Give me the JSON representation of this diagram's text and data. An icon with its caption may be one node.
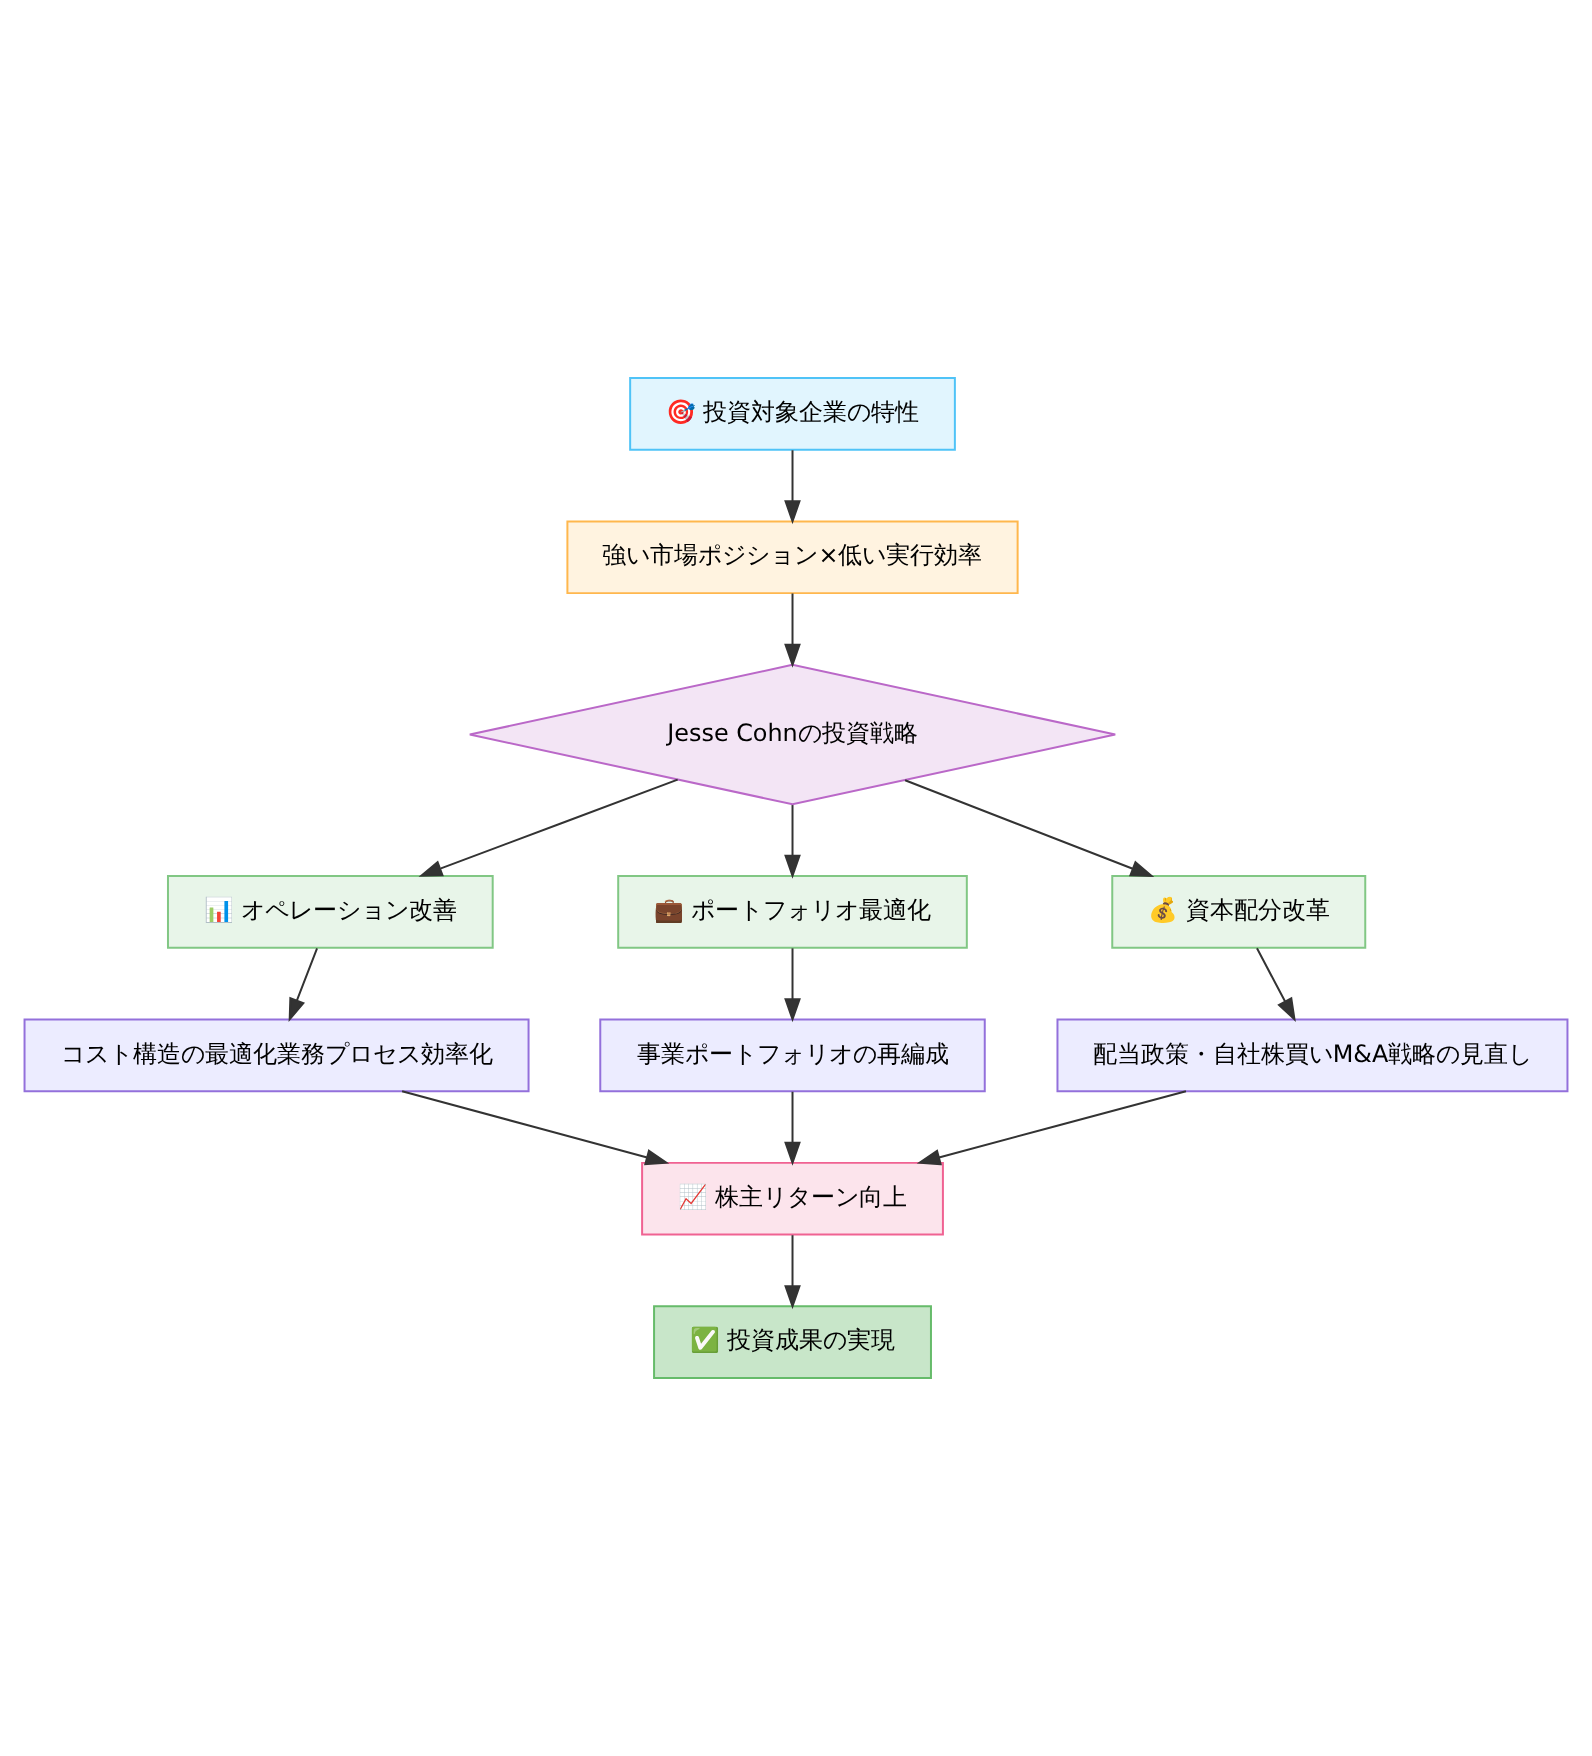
{
  "diagram": {
    "nodes": [
      {
        "text": [
          "🎯 投資対象企業の特性"
        ]
      },
      {
        "text": [
          "強い市場ポジション×低い実行効率"
        ]
      },
      {
        "text": [
          "Jesse Cohnの投資戦略"
        ]
      },
      {
        "text": [
          "📊 オペレーション改善"
        ]
      },
      {
        "text": [
          "💼 ポートフォリオ最適化"
        ]
      },
      {
        "text": [
          "💰 資本配分改革"
        ]
      },
      {
        "text": [
          "コスト構造の最適化業務プロセス効率化"
        ]
      },
      {
        "text": [
          "事業ポートフォリオの再編成"
        ]
      },
      {
        "text": [
          "配当政策・自社株買いM&A戦略の見直し"
        ]
      },
      {
        "text": [
          "📈 株主リターン向上"
        ]
      },
      {
        "text": [
          "✅ 投資成果の実現"
        ]
      }
    ],
    "edges": [
      {
        "from": 0,
        "to": 1,
        "arrow": "to"
      },
      {
        "from": 1,
        "to": 2,
        "arrow": "to"
      },
      {
        "from": 2,
        "to": 3,
        "arrow": "to"
      },
      {
        "from": 2,
        "to": 4,
        "arrow": "to"
      },
      {
        "from": 2,
        "to": 5,
        "arrow": "to"
      },
      {
        "from": 3,
        "to": 6,
        "arrow": "to"
      },
      {
        "from": 4,
        "to": 7,
        "arrow": "to"
      },
      {
        "from": 5,
        "to": 8,
        "arrow": "to"
      },
      {
        "from": 6,
        "to": 9,
        "arrow": "to"
      },
      {
        "from": 7,
        "to": 9,
        "arrow": "to"
      },
      {
        "from": 8,
        "to": 9,
        "arrow": "to"
      },
      {
        "from": 9,
        "to": 10,
        "arrow": "to"
      }
    ]
  }
}
